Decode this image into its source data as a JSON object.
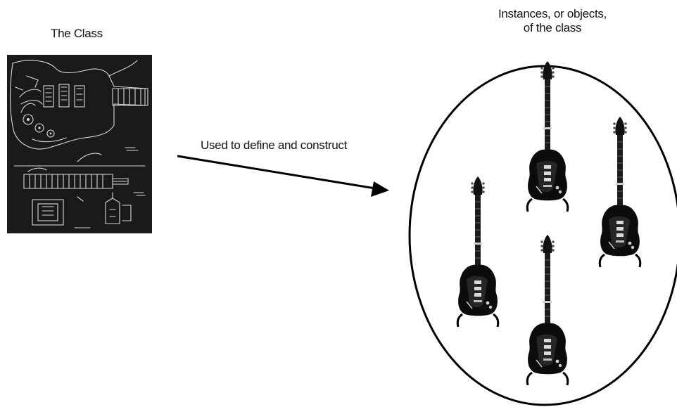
{
  "class_label": "The Class",
  "instances_label_line1": "Instances, or objects,",
  "instances_label_line2": "of the class",
  "arrow_label": "Used to define and construct",
  "colors": {
    "background": "#ffffff",
    "blueprint_bg": "#1a1a1a",
    "blueprint_lines": "#d8d8d8",
    "guitar_body": "#0c0c0c",
    "ellipse_stroke": "#000000"
  },
  "icons": {
    "blueprint": "guitar-blueprint-drawing",
    "instances": "electric-guitar-icon"
  }
}
